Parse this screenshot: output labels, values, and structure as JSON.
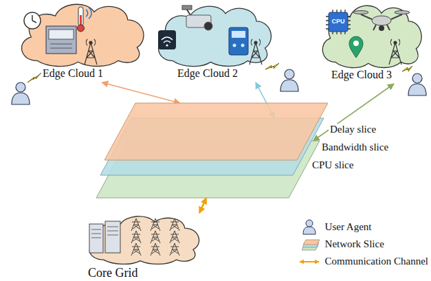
{
  "diagram": {
    "nodes": [
      {
        "text": [
          "Edge Cloud 1"
        ]
      },
      {
        "text": [
          "Edge Cloud 2"
        ]
      },
      {
        "text": [
          "Edge Cloud 3"
        ]
      },
      {
        "text": [
          "Delay slice"
        ]
      },
      {
        "text": [
          "Bandwidth slice"
        ]
      },
      {
        "text": [
          "CPU slice"
        ]
      },
      {
        "text": [
          "Core Grid"
        ]
      }
    ],
    "edges": [
      {
        "from": 0,
        "to": 3,
        "arrow": "both"
      },
      {
        "from": 1,
        "to": 4,
        "arrow": "both"
      },
      {
        "from": 2,
        "to": 5,
        "arrow": "both"
      },
      {
        "from": 6,
        "to": 5,
        "arrow": "both"
      }
    ],
    "labels": [
      "CPU"
    ],
    "legend": [
      {
        "text": "User Agent"
      },
      {
        "text": "Network Slice"
      },
      {
        "text": "Communication Channel"
      }
    ]
  }
}
